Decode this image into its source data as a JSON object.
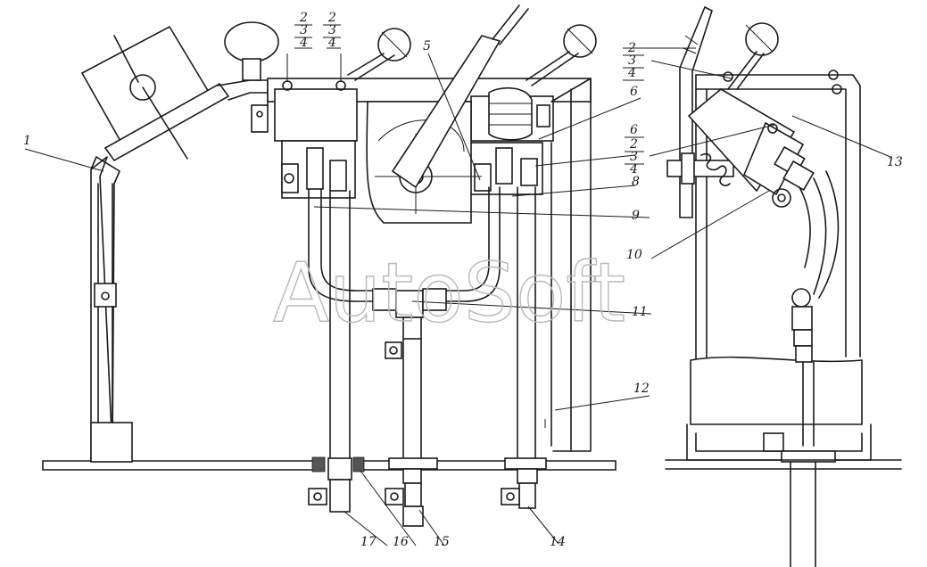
{
  "watermark": "AutoSoft",
  "callouts": [
    {
      "id": "c1",
      "label": "1"
    },
    {
      "id": "c2a",
      "label": "2"
    },
    {
      "id": "c3a",
      "label": "3"
    },
    {
      "id": "c4a",
      "label": "4"
    },
    {
      "id": "c2b",
      "label": "2"
    },
    {
      "id": "c3b",
      "label": "3"
    },
    {
      "id": "c4b",
      "label": "4"
    },
    {
      "id": "c5",
      "label": "5"
    },
    {
      "id": "c6a",
      "label": "6"
    },
    {
      "id": "c6b",
      "label": "6"
    },
    {
      "id": "c2c",
      "label": "2"
    },
    {
      "id": "c3c",
      "label": "3"
    },
    {
      "id": "c4c",
      "label": "4"
    },
    {
      "id": "c8",
      "label": "8"
    },
    {
      "id": "c9",
      "label": "9"
    },
    {
      "id": "c2d",
      "label": "2"
    },
    {
      "id": "c3d",
      "label": "3"
    },
    {
      "id": "c4d",
      "label": "4"
    },
    {
      "id": "c13",
      "label": "13"
    },
    {
      "id": "c10",
      "label": "10"
    },
    {
      "id": "c11",
      "label": "11"
    },
    {
      "id": "c12",
      "label": "12"
    },
    {
      "id": "c14",
      "label": "14"
    },
    {
      "id": "c15",
      "label": "15"
    },
    {
      "id": "c16",
      "label": "16"
    },
    {
      "id": "c17",
      "label": "17"
    }
  ]
}
